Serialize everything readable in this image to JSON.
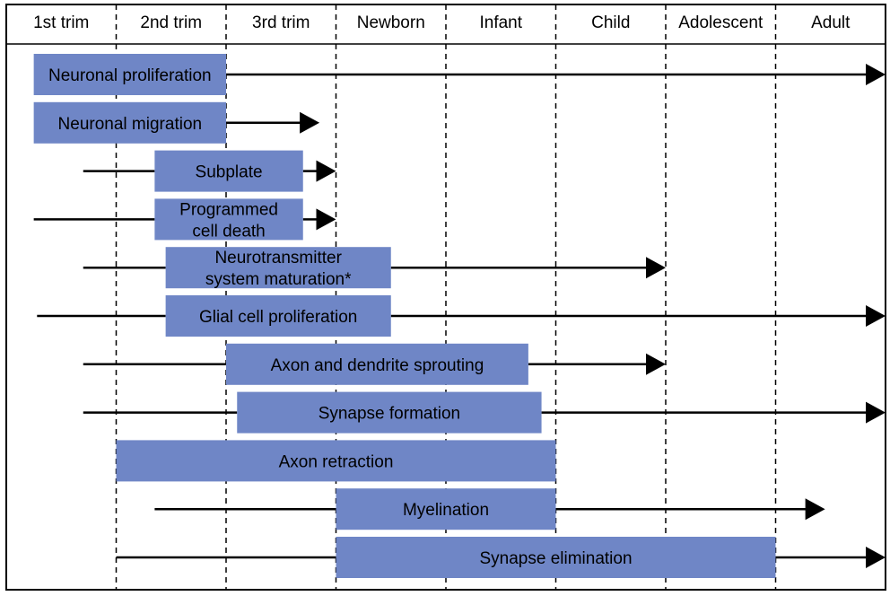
{
  "diagram": {
    "periods": [
      "1st trim",
      "2nd trim",
      "3rd trim",
      "Newborn",
      "Infant",
      "Child",
      "Adolescent",
      "Adult"
    ],
    "colors": {
      "box": "#6f86c6",
      "line": "#000000",
      "background": "#ffffff"
    },
    "rows": [
      {
        "label": [
          "Neuronal proliferation"
        ],
        "line_start": null,
        "box_start": 0.25,
        "box_end": 2.0,
        "arrow_end": 8.0,
        "arrow": true
      },
      {
        "label": [
          "Neuronal migration"
        ],
        "line_start": null,
        "box_start": 0.25,
        "box_end": 2.0,
        "arrow_end": 2.85,
        "arrow": true
      },
      {
        "label": [
          "Subplate"
        ],
        "line_start": 0.7,
        "box_start": 1.35,
        "box_end": 2.7,
        "arrow_end": 3.0,
        "arrow": true
      },
      {
        "label": [
          "Programmed",
          "cell death"
        ],
        "line_start": 0.25,
        "box_start": 1.35,
        "box_end": 2.7,
        "arrow_end": 3.0,
        "arrow": true
      },
      {
        "label": [
          "Neurotransmitter",
          "system maturation*"
        ],
        "line_start": 0.7,
        "box_start": 1.45,
        "box_end": 3.5,
        "arrow_end": 6.0,
        "arrow": true
      },
      {
        "label": [
          "Glial cell proliferation"
        ],
        "line_start": 0.28,
        "box_start": 1.45,
        "box_end": 3.5,
        "arrow_end": 8.0,
        "arrow": true
      },
      {
        "label": [
          "Axon and dendrite sprouting"
        ],
        "line_start": 0.7,
        "box_start": 2.0,
        "box_end": 4.75,
        "arrow_end": 6.0,
        "arrow": true
      },
      {
        "label": [
          "Synapse formation"
        ],
        "line_start": 0.7,
        "box_start": 2.1,
        "box_end": 4.87,
        "arrow_end": 8.0,
        "arrow": true
      },
      {
        "label": [
          "Axon retraction"
        ],
        "line_start": null,
        "box_start": 1.0,
        "box_end": 5.0,
        "arrow_end": null,
        "arrow": false
      },
      {
        "label": [
          "Myelination"
        ],
        "line_start": 1.35,
        "box_start": 3.0,
        "box_end": 5.0,
        "arrow_end": 7.45,
        "arrow": true
      },
      {
        "label": [
          "Synapse elimination"
        ],
        "line_start": 1.0,
        "box_start": 3.0,
        "box_end": 7.0,
        "arrow_end": 8.0,
        "arrow": true
      }
    ]
  }
}
